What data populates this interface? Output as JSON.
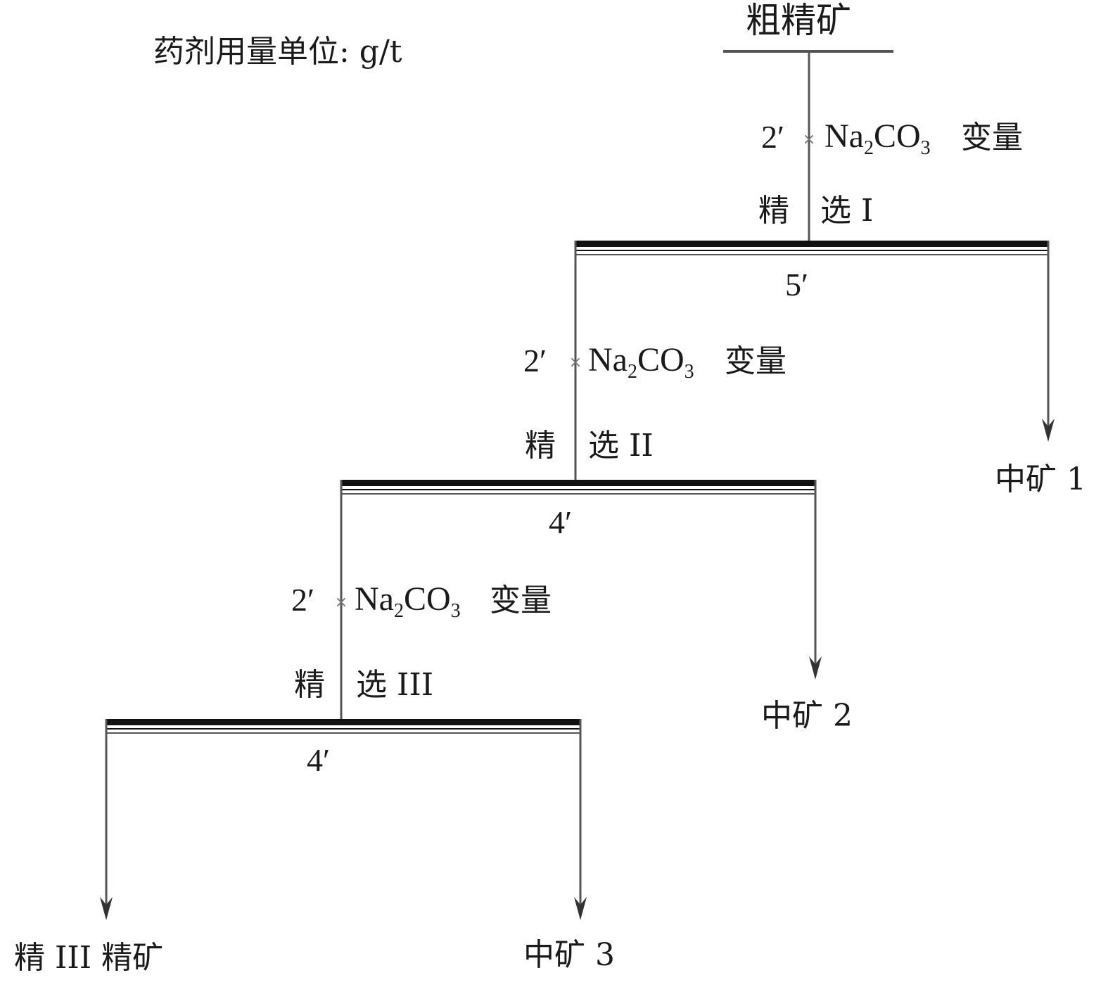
{
  "units_note": "药剂用量单位: g/t",
  "feed": "粗精矿",
  "stages": [
    {
      "name_left": "精",
      "name_right": "选 I",
      "time": "5′",
      "reagent_time": "2′",
      "reagent_formula": {
        "a": "Na",
        "a_sub": "2",
        "b": "CO",
        "b_sub": "3"
      },
      "reagent_dose": "变量",
      "tailing": "中矿 1"
    },
    {
      "name_left": "精",
      "name_right": "选 II",
      "time": "4′",
      "reagent_time": "2′",
      "reagent_formula": {
        "a": "Na",
        "a_sub": "2",
        "b": "CO",
        "b_sub": "3"
      },
      "reagent_dose": "变量",
      "tailing": "中矿 2"
    },
    {
      "name_left": "精",
      "name_right": "选 III",
      "time": "4′",
      "reagent_time": "2′",
      "reagent_formula": {
        "a": "Na",
        "a_sub": "2",
        "b": "CO",
        "b_sub": "3"
      },
      "reagent_dose": "变量",
      "tailing": "中矿 3"
    }
  ],
  "final_concentrate": "精 III 精矿",
  "colors": {
    "line": "#555555",
    "bar": "#111111",
    "text": "#1a1a1a"
  }
}
